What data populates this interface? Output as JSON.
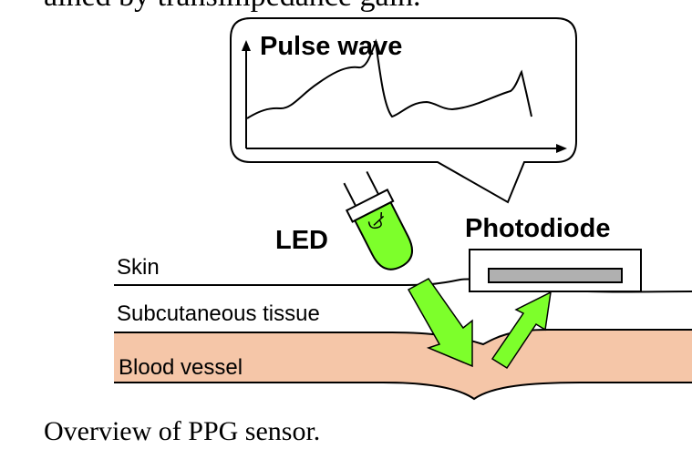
{
  "top_text": "ained by transimpedance gain.",
  "diagram": {
    "bubble_title": "Pulse wave",
    "led_label": "LED",
    "photodiode_label": "Photodiode",
    "layers": {
      "skin": "Skin",
      "subcutaneous": "Subcutaneous tissue",
      "blood_vessel": "Blood vessel"
    }
  },
  "caption": "Overview of PPG sensor.",
  "colors": {
    "led_green": "#7dff2b",
    "arrow_green": "#7dff2b",
    "blood_vessel": "#f5c6a8",
    "outline": "#000000"
  }
}
